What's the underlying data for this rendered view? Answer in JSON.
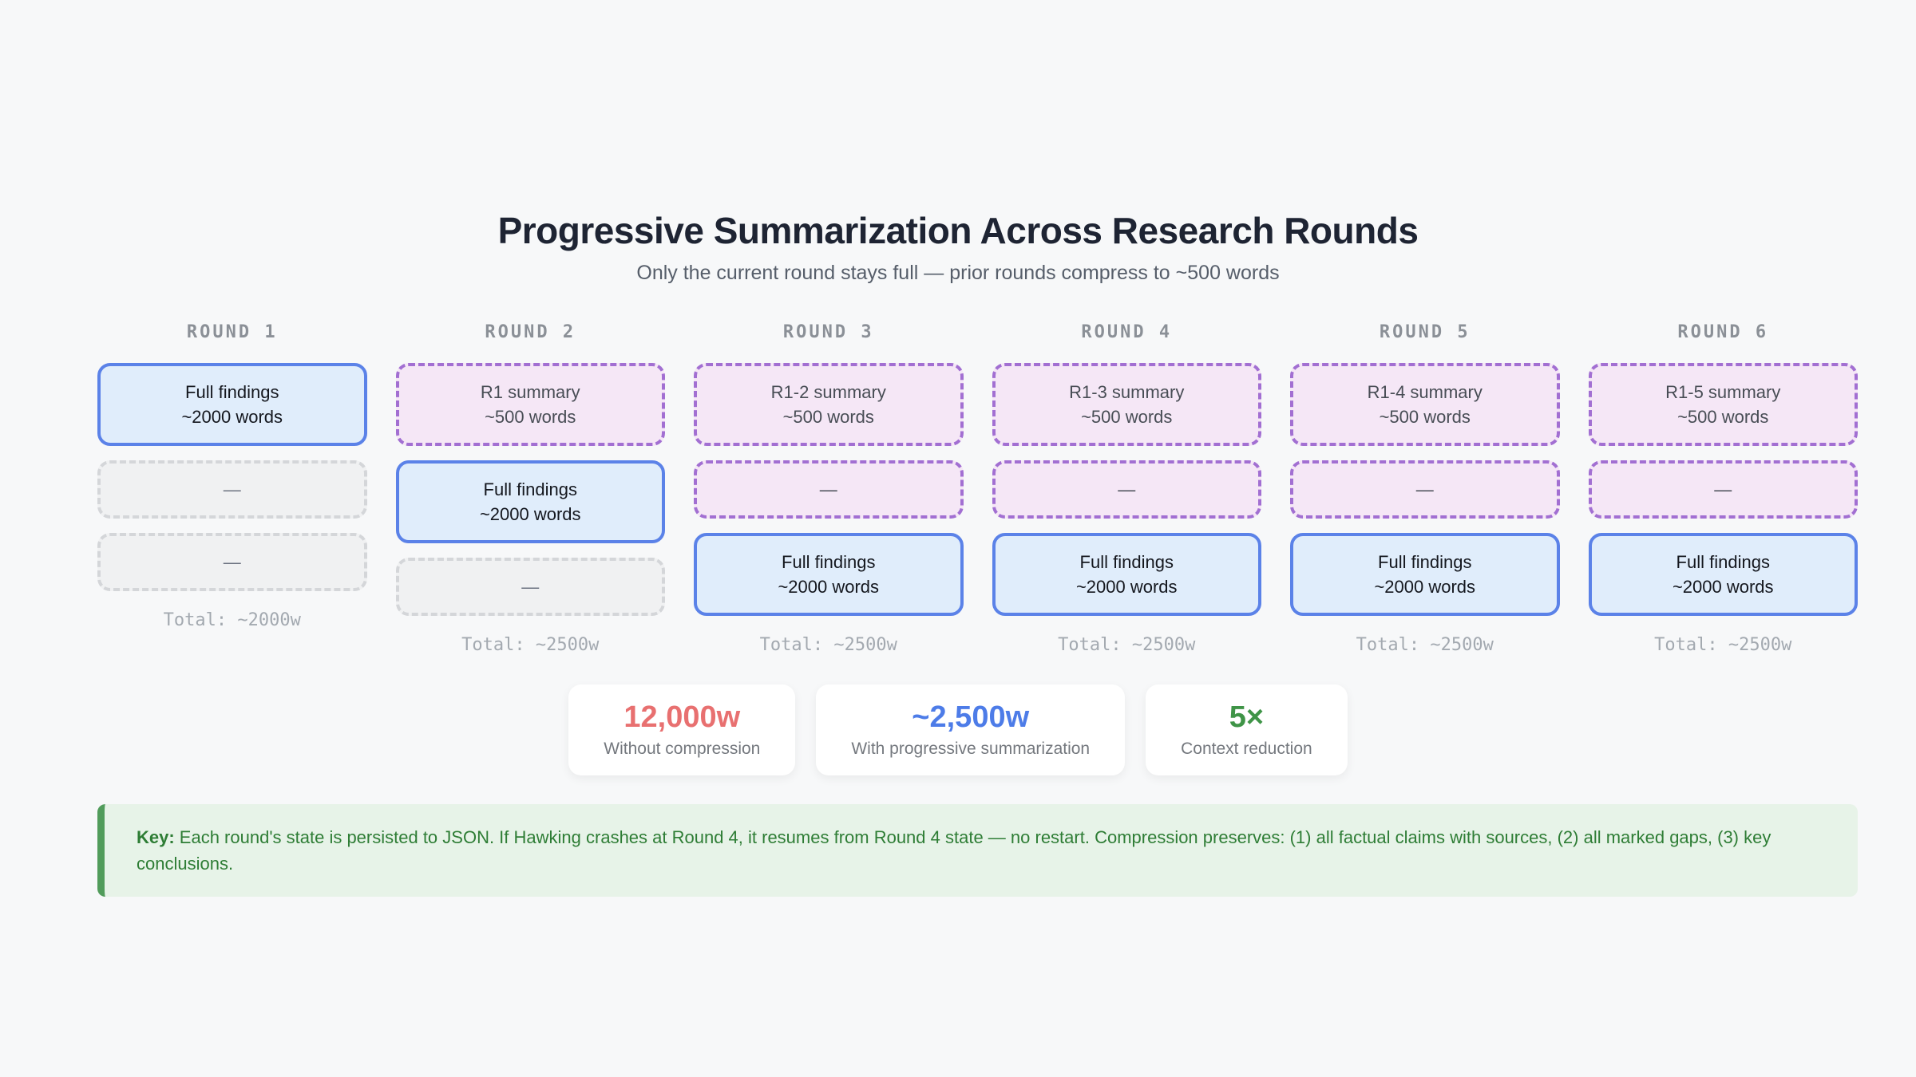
{
  "header": {
    "title": "Progressive Summarization Across Research Rounds",
    "subtitle": "Only the current round stays full — prior rounds compress to ~500 words"
  },
  "rounds": [
    {
      "label": "ROUND 1",
      "total": "Total: ~2000w",
      "boxes": [
        {
          "type": "full",
          "line1": "Full findings",
          "line2": "~2000 words"
        },
        {
          "type": "empty-gray",
          "line1": "—"
        },
        {
          "type": "empty-gray",
          "line1": "—"
        }
      ]
    },
    {
      "label": "ROUND 2",
      "total": "Total: ~2500w",
      "boxes": [
        {
          "type": "summary",
          "line1": "R1 summary",
          "line2": "~500 words"
        },
        {
          "type": "full",
          "line1": "Full findings",
          "line2": "~2000 words"
        },
        {
          "type": "empty-gray",
          "line1": "—"
        }
      ]
    },
    {
      "label": "ROUND 3",
      "total": "Total: ~2500w",
      "boxes": [
        {
          "type": "summary",
          "line1": "R1-2 summary",
          "line2": "~500 words"
        },
        {
          "type": "empty-purple",
          "line1": "—"
        },
        {
          "type": "full",
          "line1": "Full findings",
          "line2": "~2000 words"
        }
      ]
    },
    {
      "label": "ROUND 4",
      "total": "Total: ~2500w",
      "boxes": [
        {
          "type": "summary",
          "line1": "R1-3 summary",
          "line2": "~500 words"
        },
        {
          "type": "empty-purple",
          "line1": "—"
        },
        {
          "type": "full",
          "line1": "Full findings",
          "line2": "~2000 words"
        }
      ]
    },
    {
      "label": "ROUND 5",
      "total": "Total: ~2500w",
      "boxes": [
        {
          "type": "summary",
          "line1": "R1-4 summary",
          "line2": "~500 words"
        },
        {
          "type": "empty-purple",
          "line1": "—"
        },
        {
          "type": "full",
          "line1": "Full findings",
          "line2": "~2000 words"
        }
      ]
    },
    {
      "label": "ROUND 6",
      "total": "Total: ~2500w",
      "boxes": [
        {
          "type": "summary",
          "line1": "R1-5 summary",
          "line2": "~500 words"
        },
        {
          "type": "empty-purple",
          "line1": "—"
        },
        {
          "type": "full",
          "line1": "Full findings",
          "line2": "~2000 words"
        }
      ]
    }
  ],
  "stats": [
    {
      "value": "12,000w",
      "label": "Without compression",
      "color": "#e87070"
    },
    {
      "value": "~2,500w",
      "label": "With progressive summarization",
      "color": "#4d7ce8"
    },
    {
      "value": "5×",
      "label": "Context reduction",
      "color": "#3f9447"
    }
  ],
  "key_note": {
    "label": "Key:",
    "text": " Each round's state is persisted to JSON. If Hawking crashes at Round 4, it resumes from Round 4 state — no restart. Compression preserves: (1) all factual claims with sources, (2) all marked gaps, (3) key conclusions."
  },
  "colors": {
    "page_background": "#f7f8f9",
    "full_box_border": "#5b82e8",
    "full_box_fill": "#e0edfb",
    "summary_box_border": "#a26fd2",
    "summary_box_fill": "#f5e7f6",
    "empty_box_border": "#d4d6d9",
    "key_note_green": "#2e7d35",
    "stat_red": "#e87070",
    "stat_blue": "#4d7ce8",
    "stat_green": "#3f9447"
  }
}
